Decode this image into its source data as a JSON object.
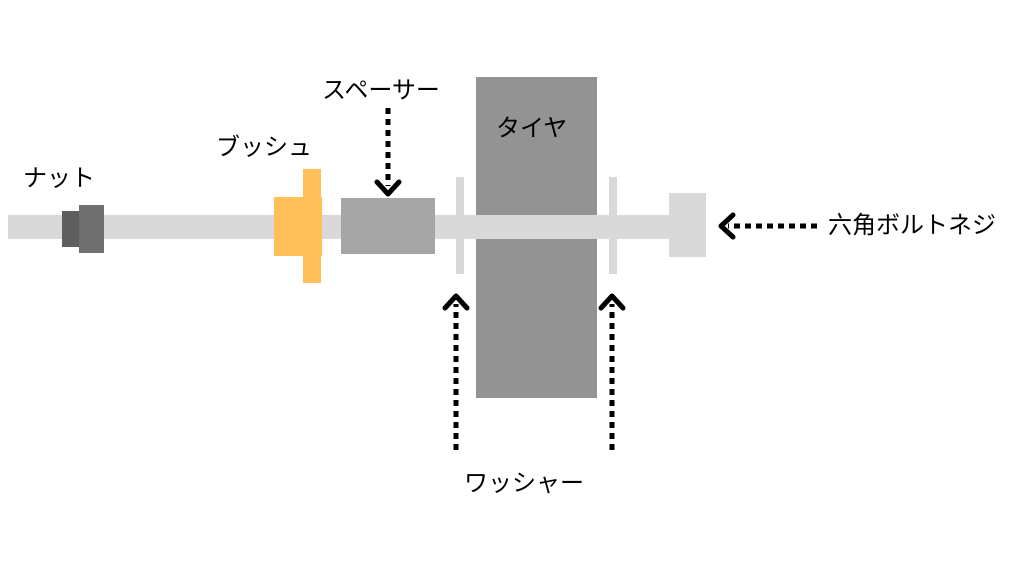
{
  "labels": {
    "nut": "ナット",
    "bushing": "ブッシュ",
    "spacer": "スペーサー",
    "tire": "タイヤ",
    "bolt": "六角ボルトネジ",
    "washer": "ワッシャー"
  },
  "colors": {
    "shaft": "#d9d9d9",
    "nut": "#6f6f6f",
    "nut_dark": "#5f5f5f",
    "bushing": "#ffbf5a",
    "spacer": "#a6a6a6",
    "tire": "#939393",
    "washer": "#d9d9d9",
    "bolt_head": "#d9d9d9",
    "arrow": "#000000"
  },
  "icons": {
    "arrow": "dotted-arrow-icon"
  }
}
